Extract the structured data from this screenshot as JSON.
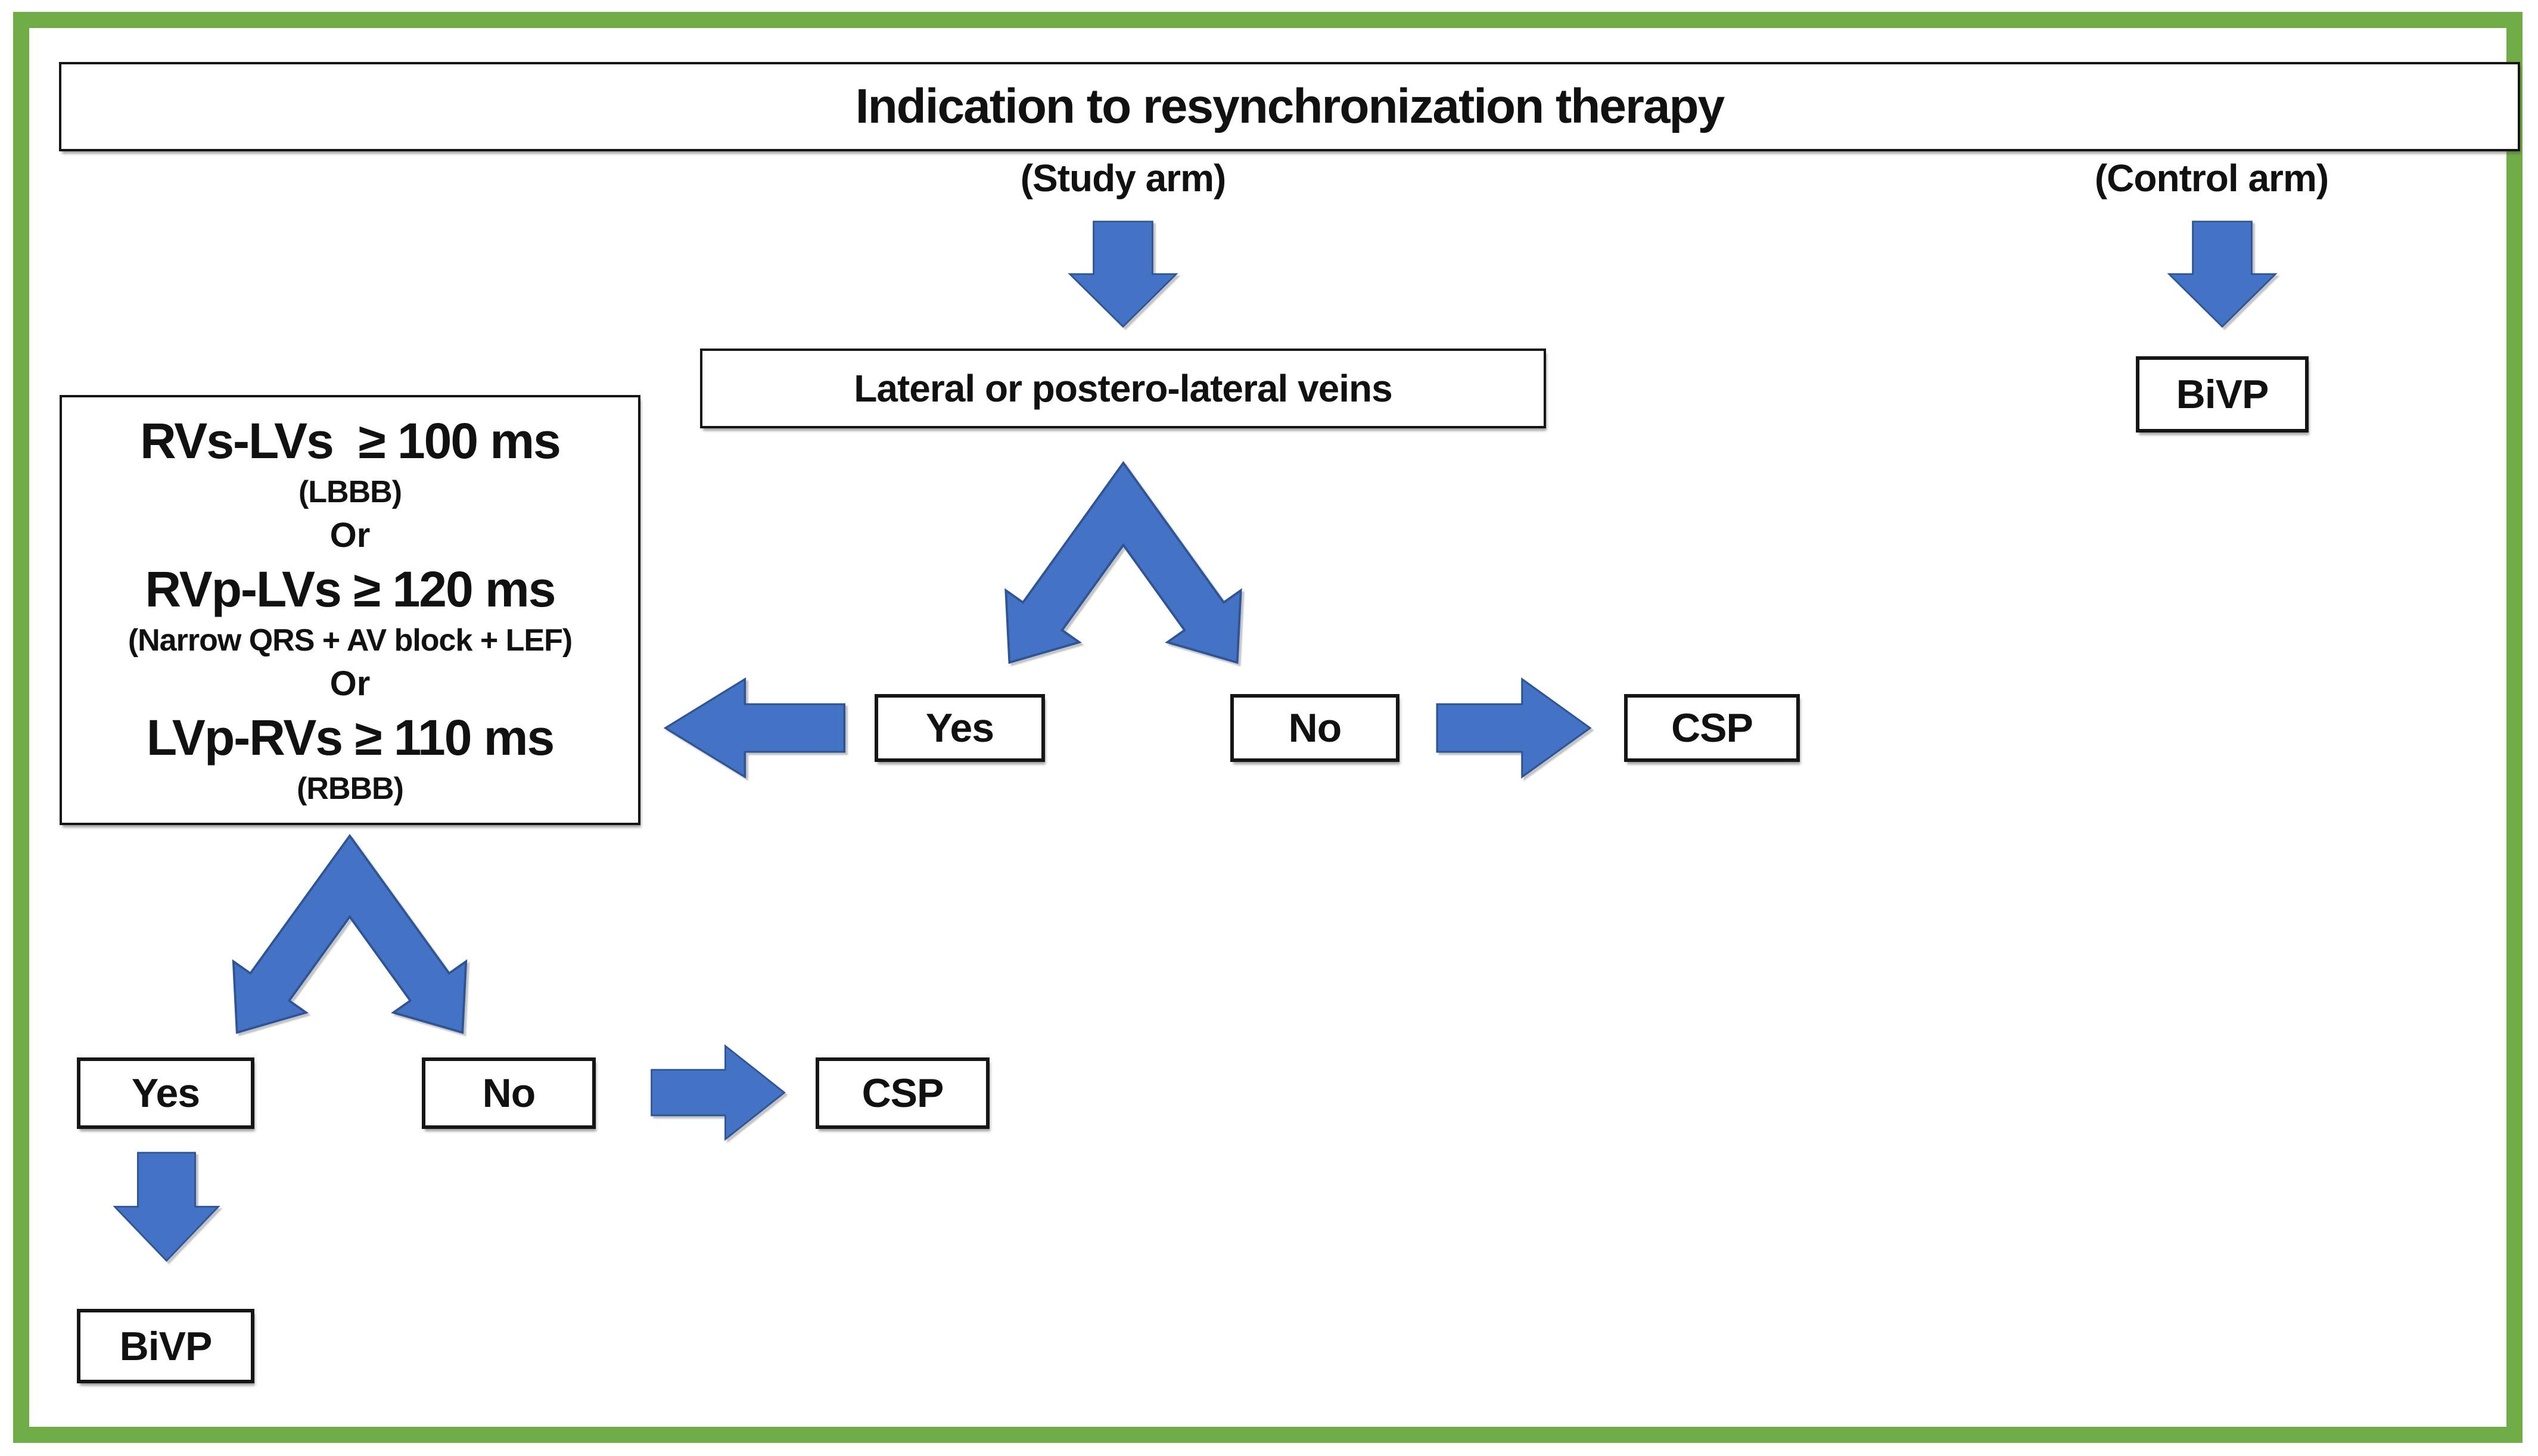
{
  "diagram": {
    "title": "Indication to resynchronization therapy",
    "study_arm_label": "(Study arm)",
    "control_arm_label": "(Control arm)",
    "study_branch": {
      "veins_question": "Lateral or postero-lateral veins",
      "yes_label": "Yes",
      "no_label": "No",
      "csp_label": "CSP"
    },
    "criteria_branch": {
      "criteria_lines": [
        "RVs-LVs  ≥ 100 ms",
        "(LBBB)",
        "Or",
        "RVp-LVs ≥ 120 ms",
        "(Narrow QRS + AV block + LEF)",
        "Or",
        "LVp-RVs ≥ 110 ms",
        "(RBBB)"
      ],
      "yes_label": "Yes",
      "no_label": "No",
      "csp_label": "CSP",
      "bivp_label": "BiVP"
    },
    "control_branch": {
      "bivp_label": "BiVP"
    },
    "colors": {
      "frame_green": "#70AD47",
      "arrow_blue": "#4472C4",
      "arrow_outline": "#2F5496",
      "box_border": "#161616",
      "text": "#111111"
    }
  }
}
